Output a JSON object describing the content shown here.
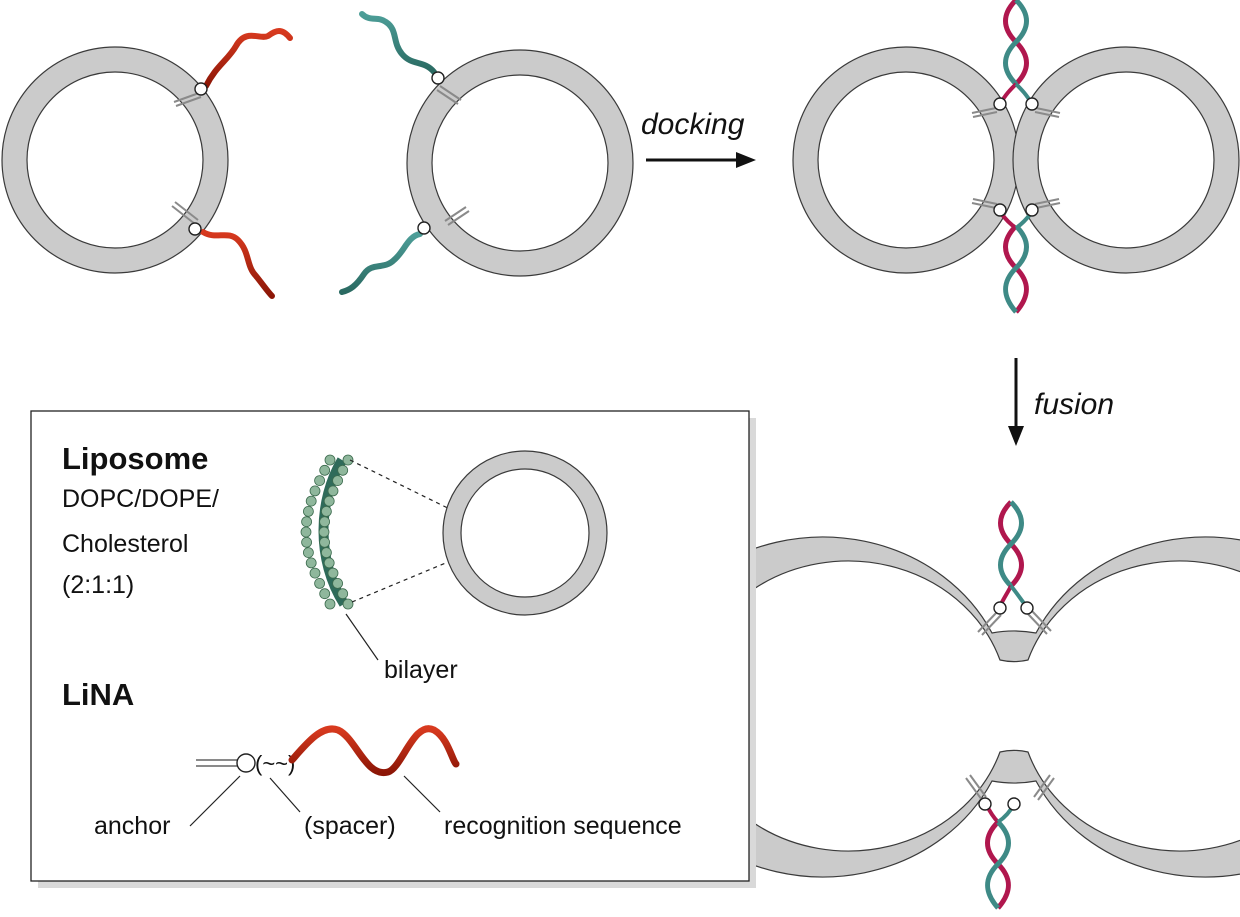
{
  "figure": {
    "docking_label": "docking",
    "fusion_label": "fusion"
  },
  "legend": {
    "liposome_title": "Liposome",
    "liposome_composition_1": "DOPC/DOPE/",
    "liposome_composition_2": "Cholesterol",
    "liposome_ratio": "(2:1:1)",
    "bilayer_label": "bilayer",
    "lina_title": "LiNA",
    "anchor_label": "anchor",
    "spacer_label": "(spacer)",
    "recognition_label": "recognition sequence"
  },
  "colors": {
    "membrane": "#cbcbcb",
    "strand_red": "#b3200f",
    "strand_teal": "#3e8a86",
    "strand_green_dark": "#2f6b5a",
    "helix_magenta": "#b0174e",
    "lipid_head": "#8fb79c"
  }
}
